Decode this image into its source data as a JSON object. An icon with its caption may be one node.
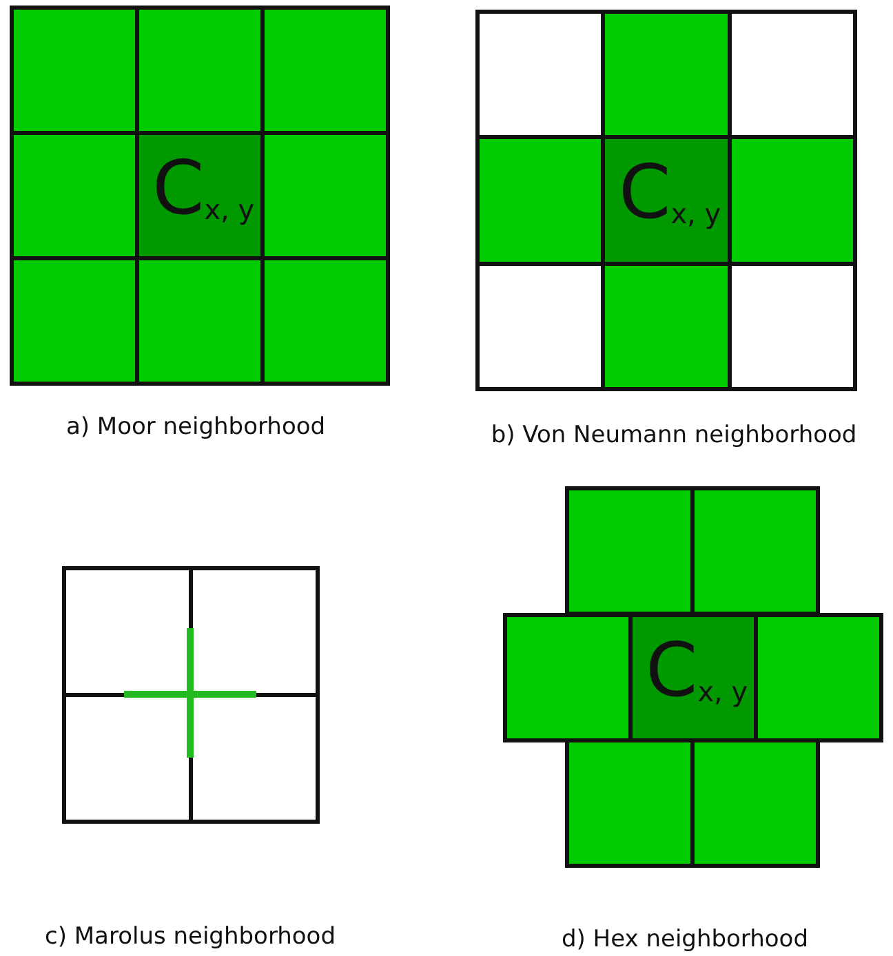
{
  "diagram": {
    "nodes": [
      {
        "text": [],
        "shape": "box"
      },
      {
        "text": [],
        "shape": "box"
      },
      {
        "text": [],
        "shape": "box"
      },
      {
        "text": [],
        "shape": "box"
      },
      {
        "text": [
          "C$_{x, y}$"
        ]
      },
      {
        "text": [],
        "shape": "box"
      },
      {
        "text": [],
        "shape": "box"
      },
      {
        "text": [],
        "shape": "box"
      },
      {
        "text": [],
        "shape": "box"
      },
      {
        "text": [],
        "shape": "box"
      },
      {
        "text": [],
        "shape": "box"
      },
      {
        "text": [],
        "shape": "box"
      },
      {
        "text": [],
        "shape": "box"
      },
      {
        "text": [
          "C$_{x, y}$"
        ]
      },
      {
        "text": [],
        "shape": "box"
      },
      {
        "text": [],
        "shape": "box"
      },
      {
        "text": [],
        "shape": "box"
      },
      {
        "text": [],
        "shape": "box"
      },
      {
        "text": [],
        "shape": "box"
      },
      {
        "text": [],
        "shape": "box"
      },
      {
        "text": [],
        "shape": "box"
      },
      {
        "text": [],
        "shape": "box"
      },
      {
        "text": [],
        "shape": "box"
      },
      {
        "text": [],
        "shape": "box"
      },
      {
        "text": [],
        "shape": "box"
      },
      {
        "text": [
          "C$_{x, y}$"
        ]
      },
      {
        "text": [],
        "shape": "box"
      },
      {
        "text": [],
        "shape": "box"
      },
      {
        "text": [],
        "shape": "box"
      }
    ],
    "labels": [
      "a) Moor neighborhood",
      "b) Von Neumann neighborhood",
      "c) Marolus neighborhood",
      "d) Hex neighborhood"
    ]
  }
}
